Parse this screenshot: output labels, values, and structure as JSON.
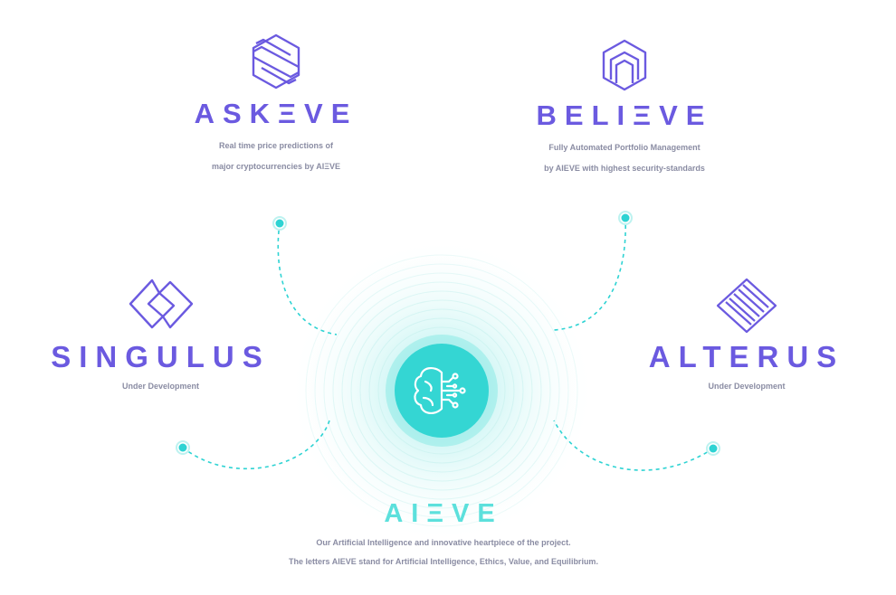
{
  "products": {
    "askeve": {
      "name": "ASKΞVE",
      "icon": "hexagon-stripes-icon",
      "desc_line1": "Real time price predictions of",
      "desc_line2": "major cryptocurrencies by AIΞVE"
    },
    "believe": {
      "name": "BELIΞVE",
      "icon": "hexagon-house-icon",
      "desc_line1": "Fully Automated Portfolio Management",
      "desc_line2": "by AIEVE with highest security-standards"
    },
    "singulus": {
      "name": "SINGULUS",
      "icon": "interlocking-diamond-icon",
      "desc": "Under Development"
    },
    "alterus": {
      "name": "ALTERUS",
      "icon": "maze-diamond-icon",
      "desc": "Under Development"
    }
  },
  "core": {
    "name": "AIΞVE",
    "icon": "brain-circuit-icon",
    "desc_line1": "Our Artificial Intelligence and innovative heartpiece of the project.",
    "desc_line2": "The letters AIEVE stand for Artificial Intelligence, Ethics, Value, and Equilibrium."
  },
  "colors": {
    "purple": "#6b5ae0",
    "teal": "#2ed3d3",
    "teal_light": "#5ce0dc",
    "gray_text": "#8a8ca3"
  }
}
